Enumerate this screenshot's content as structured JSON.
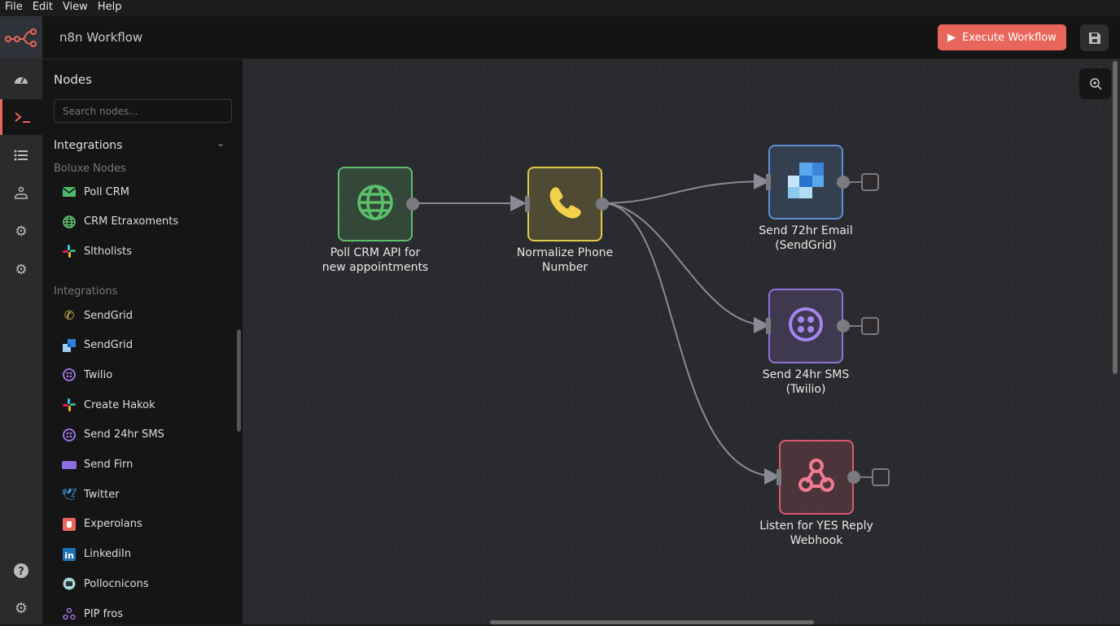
{
  "menu": [
    "File",
    "Edit",
    "View",
    "Help"
  ],
  "header": {
    "title": "n8n Workflow",
    "execute_label": "Execute Workflow"
  },
  "sidebar": {
    "title": "Nodes",
    "search_placeholder": "Search nodes...",
    "section1": "Integrations",
    "subsection1": "Boluxe Nodes",
    "group1": [
      {
        "label": "Poll CRM",
        "icon": "email-icon"
      },
      {
        "label": "CRM Etraxoments",
        "icon": "globe-icon"
      },
      {
        "label": "Sltholists",
        "icon": "slack-icon"
      }
    ],
    "subsection2": "Integrations",
    "group2": [
      {
        "label": "SendGrid",
        "icon": "phone-icon"
      },
      {
        "label": "SendGrid",
        "icon": "sendgrid-icon"
      },
      {
        "label": "Twilio",
        "icon": "twilio-icon"
      },
      {
        "label": "Create Hakok",
        "icon": "slack-icon"
      },
      {
        "label": "Send 24hr SMS",
        "icon": "twilio-icon"
      },
      {
        "label": "Send Firn",
        "icon": "badge-icon"
      },
      {
        "label": "Twitter",
        "icon": "twitter-icon"
      },
      {
        "label": "Experolans",
        "icon": "app-icon"
      },
      {
        "label": "LinkediIn",
        "icon": "linkedin-icon"
      },
      {
        "label": "Pollocnicons",
        "icon": "robot-icon"
      },
      {
        "label": "PIP fros",
        "icon": "webhook-icon"
      }
    ]
  },
  "nodes": [
    {
      "label1": "Poll CRM API for",
      "label2": "new appointments",
      "icon": "globe-icon",
      "color": "#5cc06a"
    },
    {
      "label1": "Normalize Phone",
      "label2": "Number",
      "icon": "phone-icon",
      "color": "#e2c84a"
    },
    {
      "label1": "Send 72hr Email",
      "label2": "(SendGrid)",
      "icon": "sendgrid-icon",
      "color": "#5d8fd6"
    },
    {
      "label1": "Send 24hr SMS",
      "label2": "(Twilio)",
      "icon": "twilio-icon",
      "color": "#8f72d8"
    },
    {
      "label1": "Listen for YES Reply",
      "label2": "Webhook",
      "icon": "webhook-icon",
      "color": "#d85a72"
    }
  ],
  "colors": {
    "accent": "#e8675a"
  }
}
